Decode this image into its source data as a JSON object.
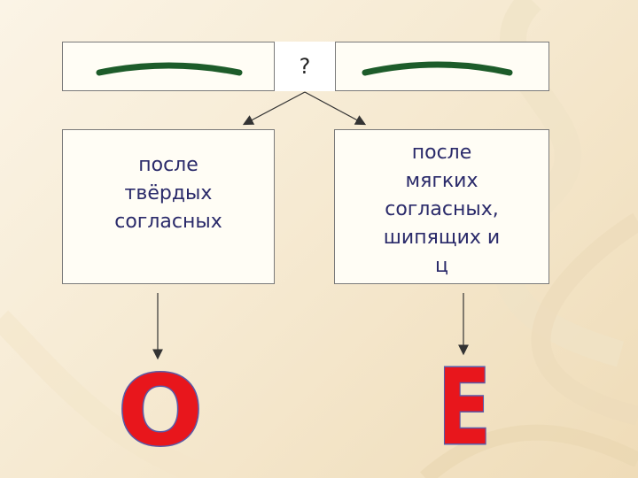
{
  "header": {
    "question": "?"
  },
  "left_box": {
    "text_lines": [
      "после",
      "твёрдых",
      "согласных"
    ]
  },
  "right_box": {
    "text_lines": [
      "после",
      "мягких",
      "согласных,",
      "шипящих  и",
      "ц"
    ]
  },
  "letters": {
    "left": "О",
    "right": "Е"
  },
  "colors": {
    "arc": "#1d5c2a",
    "box_text": "#2a2a6a",
    "letter_fill": "#e8161c",
    "letter_outline": "#5a5aa8"
  }
}
